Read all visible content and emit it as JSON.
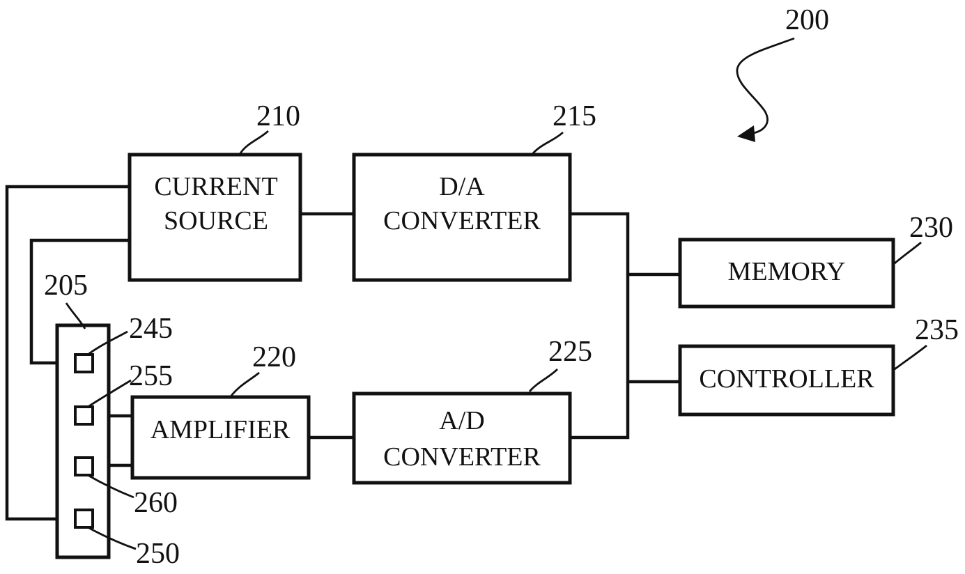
{
  "figure_number": "200",
  "blocks": {
    "current_source": {
      "ref": "210",
      "line1": "CURRENT",
      "line2": "SOURCE"
    },
    "da_converter": {
      "ref": "215",
      "line1": "D/A",
      "line2": "CONVERTER"
    },
    "memory": {
      "ref": "230",
      "label": "MEMORY"
    },
    "controller": {
      "ref": "235",
      "label": "CONTROLLER"
    },
    "amplifier": {
      "ref": "220",
      "label": "AMPLIFIER"
    },
    "ad_converter": {
      "ref": "225",
      "line1": "A/D",
      "line2": "CONVERTER"
    },
    "sensor_strip": {
      "ref": "205"
    }
  },
  "electrodes": [
    {
      "ref": "245"
    },
    {
      "ref": "255"
    },
    {
      "ref": "260"
    },
    {
      "ref": "250"
    }
  ]
}
